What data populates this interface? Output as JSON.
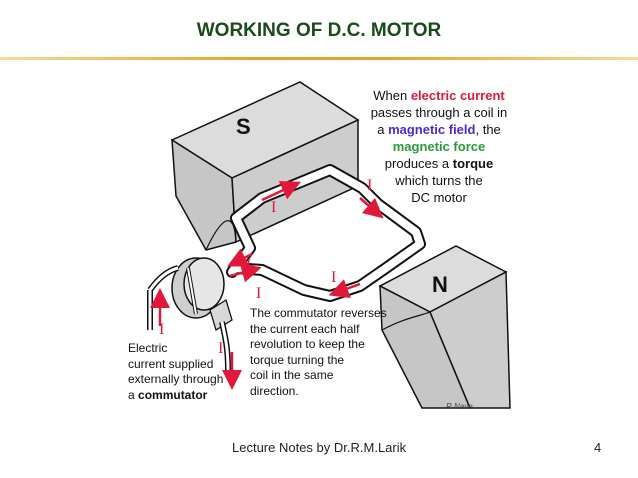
{
  "title": "WORKING OF D.C. MOTOR",
  "caption": {
    "line1": [
      "When ",
      "electric current"
    ],
    "line2": "passes through a  coil in",
    "line3": [
      "a ",
      "magnetic field",
      ", the"
    ],
    "line4": "magnetic force",
    "line5": [
      "produces a ",
      "torque"
    ],
    "line6": "which turns the",
    "line7": "DC motor"
  },
  "poles": {
    "south": "S",
    "north": "N"
  },
  "current_symbol": "I",
  "commutator_note": [
    "The commutator reverses",
    "the current each half",
    "revolution to keep the",
    "torque turning the",
    "coil in the same",
    "direction."
  ],
  "supply_note": {
    "line1": "Electric",
    "line2": "current supplied",
    "line3": "externally through",
    "line4": [
      "a ",
      "commutator"
    ]
  },
  "credit": "R Nave",
  "footer": {
    "left": "Lecture Notes by Dr.R.M.Larik",
    "page": "4"
  },
  "colors": {
    "title": "#1d4a1d",
    "current": "#e0183a",
    "field": "#4a2ad0",
    "force": "#2a9a3a",
    "rule": "#e3a526"
  }
}
